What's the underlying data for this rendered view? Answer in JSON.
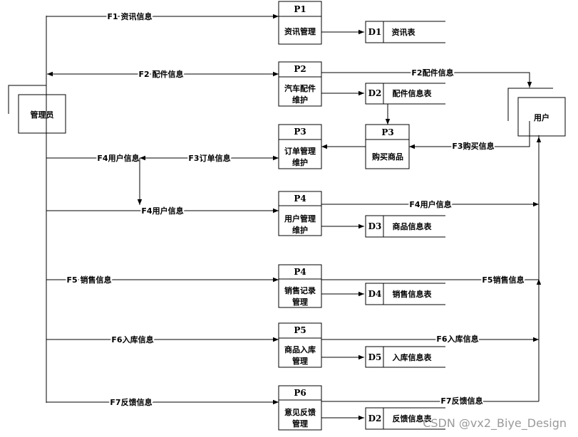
{
  "entities": {
    "admin": "管理员",
    "user": "用户"
  },
  "processes": [
    {
      "id": "P1",
      "name": [
        "资讯管理"
      ]
    },
    {
      "id": "P2",
      "name": [
        "汽车配件",
        "维护"
      ]
    },
    {
      "id": "P3",
      "name": [
        "订单管理",
        "维护"
      ]
    },
    {
      "id": "P3",
      "name": [
        "购买商品"
      ]
    },
    {
      "id": "P4",
      "name": [
        "用户管理",
        "维护"
      ]
    },
    {
      "id": "P4",
      "name": [
        "销售记录",
        "管理"
      ]
    },
    {
      "id": "P5",
      "name": [
        "商品入库",
        "管理"
      ]
    },
    {
      "id": "P6",
      "name": [
        "意见反馈",
        "管理"
      ]
    }
  ],
  "datastores": [
    {
      "id": "D1",
      "name": "资讯表"
    },
    {
      "id": "D2",
      "name": "配件信息表"
    },
    {
      "id": "D3",
      "name": "商品信息表"
    },
    {
      "id": "D4",
      "name": "销售信息表"
    },
    {
      "id": "D5",
      "name": "入库信息表"
    },
    {
      "id": "D2",
      "name": "反馈信息表"
    }
  ],
  "flows": [
    "F1 资讯信息",
    "F2 配件信息",
    "F2配件信息",
    "F3购买信息",
    "F4用户信息",
    "F3订单信息",
    "F4用户信息",
    "F4用户信息",
    "F5 销售信息",
    "F5销售信息",
    "F6入库信息",
    "F6入库信息",
    "F7反馈信息",
    "F7反馈信息"
  ],
  "watermark": "CSDN @vx2_Biye_Design"
}
